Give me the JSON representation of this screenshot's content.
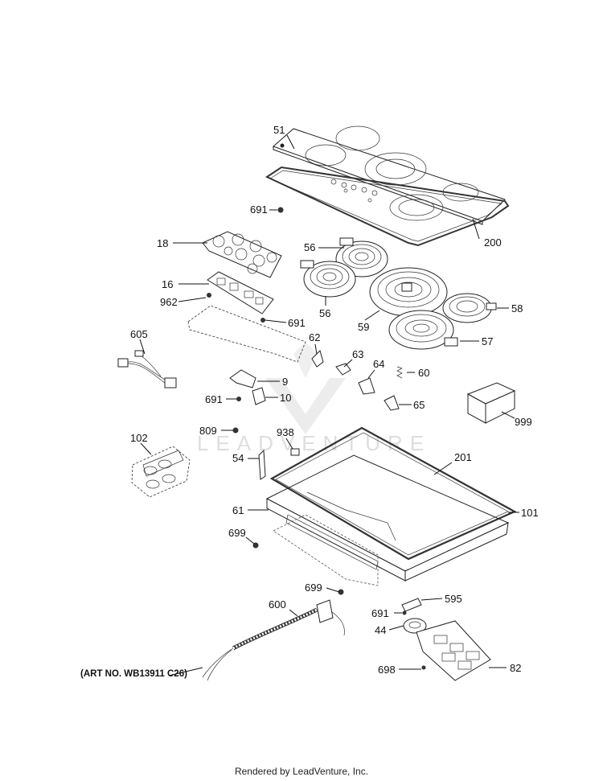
{
  "callouts": {
    "c51": "51",
    "c691a": "691",
    "c200": "200",
    "c18": "18",
    "c56a": "56",
    "c16": "16",
    "c962": "962",
    "c691b": "691",
    "c56b": "56",
    "c59": "59",
    "c58": "58",
    "c57": "57",
    "c605": "605",
    "c62": "62",
    "c63": "63",
    "c64": "64",
    "c60": "60",
    "c9": "9",
    "c691c": "691",
    "c10": "10",
    "c65": "65",
    "c999": "999",
    "c809": "809",
    "c938": "938",
    "c102": "102",
    "c54": "54",
    "c201": "201",
    "c61": "61",
    "c101": "101",
    "c699a": "699",
    "c699b": "699",
    "c600": "600",
    "c595": "595",
    "c691d": "691",
    "c44": "44",
    "c698": "698",
    "c82": "82"
  },
  "watermark": "LEADVENTURE",
  "art_note": "(ART NO. WB13911 C26)",
  "footer": "Rendered by LeadVenture, Inc."
}
